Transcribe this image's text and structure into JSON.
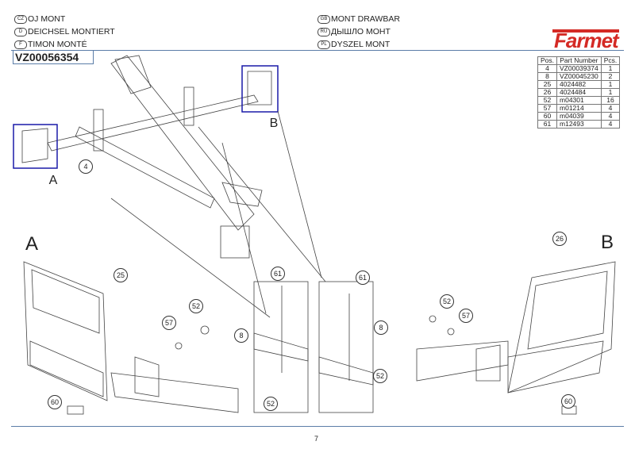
{
  "titles_left": [
    {
      "lang": "CZ",
      "text": "OJ MONT"
    },
    {
      "lang": "D",
      "text": "DEICHSEL MONTIERT"
    },
    {
      "lang": "F",
      "text": "TIMON MONTÉ"
    }
  ],
  "titles_right": [
    {
      "lang": "GB",
      "text": "MONT DRAWBAR"
    },
    {
      "lang": "RU",
      "text": "ДЫШЛО МОНТ"
    },
    {
      "lang": "PL",
      "text": "DYSZEL MONT"
    }
  ],
  "code": "VZ00056354",
  "logo": "Farmet",
  "parts_table": {
    "headers": [
      "Pos.",
      "Part Number",
      "Pcs."
    ],
    "rows": [
      [
        "4",
        "VZ00039374",
        "1"
      ],
      [
        "8",
        "VZ00045230",
        "2"
      ],
      [
        "25",
        "4024482",
        "1"
      ],
      [
        "26",
        "4024484",
        "1"
      ],
      [
        "52",
        "m04301",
        "16"
      ],
      [
        "57",
        "m01214",
        "4"
      ],
      [
        "60",
        "m04039",
        "4"
      ],
      [
        "61",
        "m12493",
        "4"
      ]
    ]
  },
  "detail_labels": {
    "a_small": "A",
    "b_small": "B",
    "a_big": "A",
    "b_big": "B"
  },
  "callouts": [
    "4",
    "25",
    "52",
    "57",
    "60",
    "61",
    "8",
    "52",
    "61",
    "8",
    "52",
    "26",
    "52",
    "57",
    "60"
  ],
  "page_number": "7",
  "colors": {
    "accent_line": "#5b7da8",
    "detail_box": "#1a1aa8",
    "logo": "#d42a25"
  }
}
